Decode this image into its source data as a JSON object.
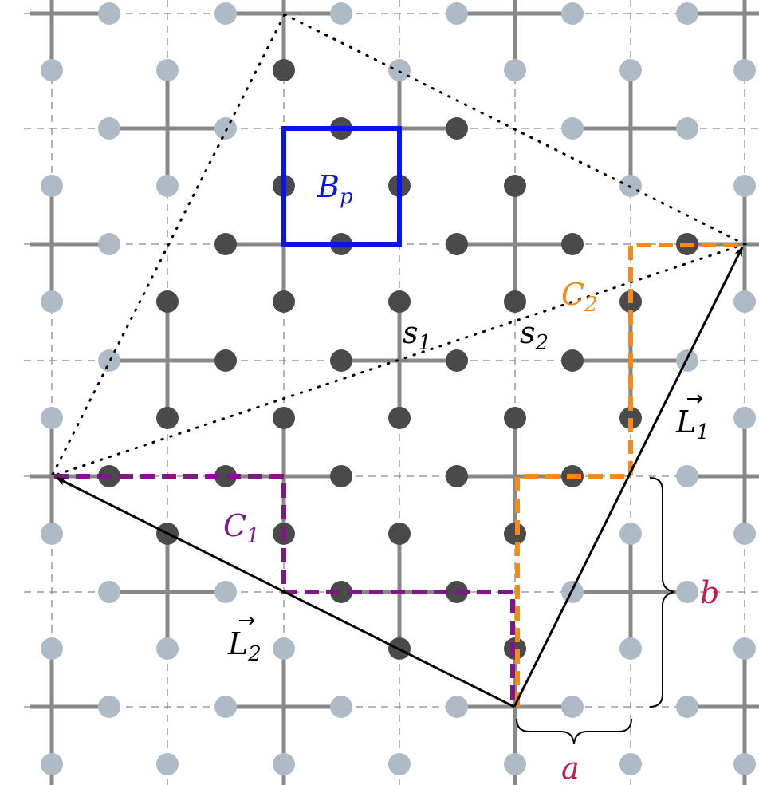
{
  "colors": {
    "grid_dash": "#888888",
    "bond": "#888888",
    "node_light": "#aebbc7",
    "node_dark": "#4a4a4a",
    "plaquette": "#0a14e8",
    "contour1": "#7a1a82",
    "contour2": "#f58a1a",
    "vectors": "#000000",
    "dims": "#c8184e"
  },
  "labels": {
    "plaquette": {
      "main": "B",
      "sub": "p"
    },
    "contour1": {
      "main": "C",
      "sub": "1"
    },
    "contour2": {
      "main": "C",
      "sub": "2"
    },
    "vector1": {
      "main": "L",
      "sub": "1"
    },
    "vector2": {
      "main": "L",
      "sub": "2"
    },
    "site1": {
      "main": "s",
      "sub": "1"
    },
    "site2": {
      "main": "s",
      "sub": "2"
    },
    "width": "a",
    "height": "b"
  }
}
